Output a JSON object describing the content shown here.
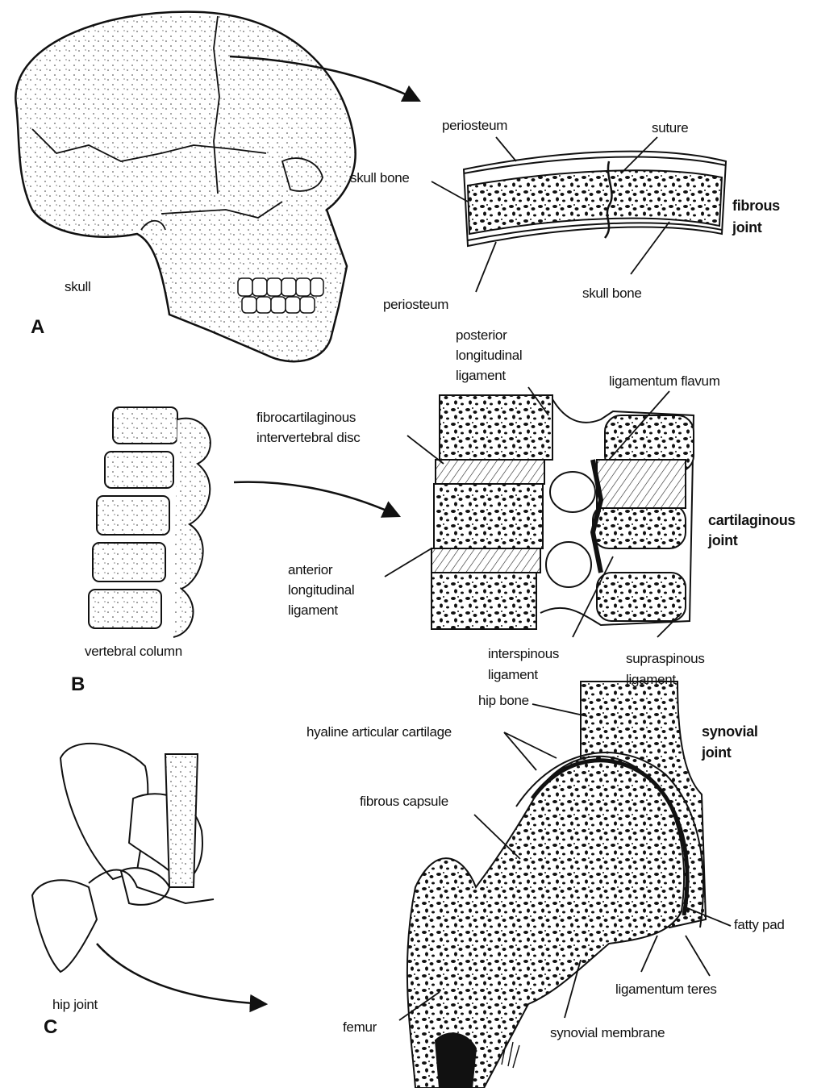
{
  "panels": {
    "a": "A",
    "b": "B",
    "c": "C"
  },
  "section_a": {
    "skull": "skull",
    "periosteum_top": "periosteum",
    "suture": "suture",
    "skull_bone_left": "skull bone",
    "fibrous_joint_1": "fibrous",
    "fibrous_joint_2": "joint",
    "periosteum_bottom": "periosteum",
    "skull_bone_bottom": "skull bone"
  },
  "section_b": {
    "posterior_1": "posterior",
    "posterior_2": "longitudinal",
    "posterior_3": "ligament",
    "flavum": "ligamentum flavum",
    "disc_1": "fibrocartilaginous",
    "disc_2": "intervertebral disc",
    "cartilaginous_1": "cartilaginous",
    "cartilaginous_2": "joint",
    "anterior_1": "anterior",
    "anterior_2": "longitudinal",
    "anterior_3": "ligament",
    "vertebral_column": "vertebral column",
    "interspinous_1": "interspinous",
    "interspinous_2": "ligament",
    "supraspinous_1": "supraspinous",
    "supraspinous_2": "ligament"
  },
  "section_c": {
    "hip_bone": "hip bone",
    "hyaline": "hyaline articular cartilage",
    "synovial_1": "synovial",
    "synovial_2": "joint",
    "fibrous_capsule": "fibrous capsule",
    "fatty_pad": "fatty pad",
    "ligamentum_teres": "ligamentum teres",
    "hip_joint": "hip joint",
    "femur": "femur",
    "synovial_membrane": "synovial membrane"
  }
}
